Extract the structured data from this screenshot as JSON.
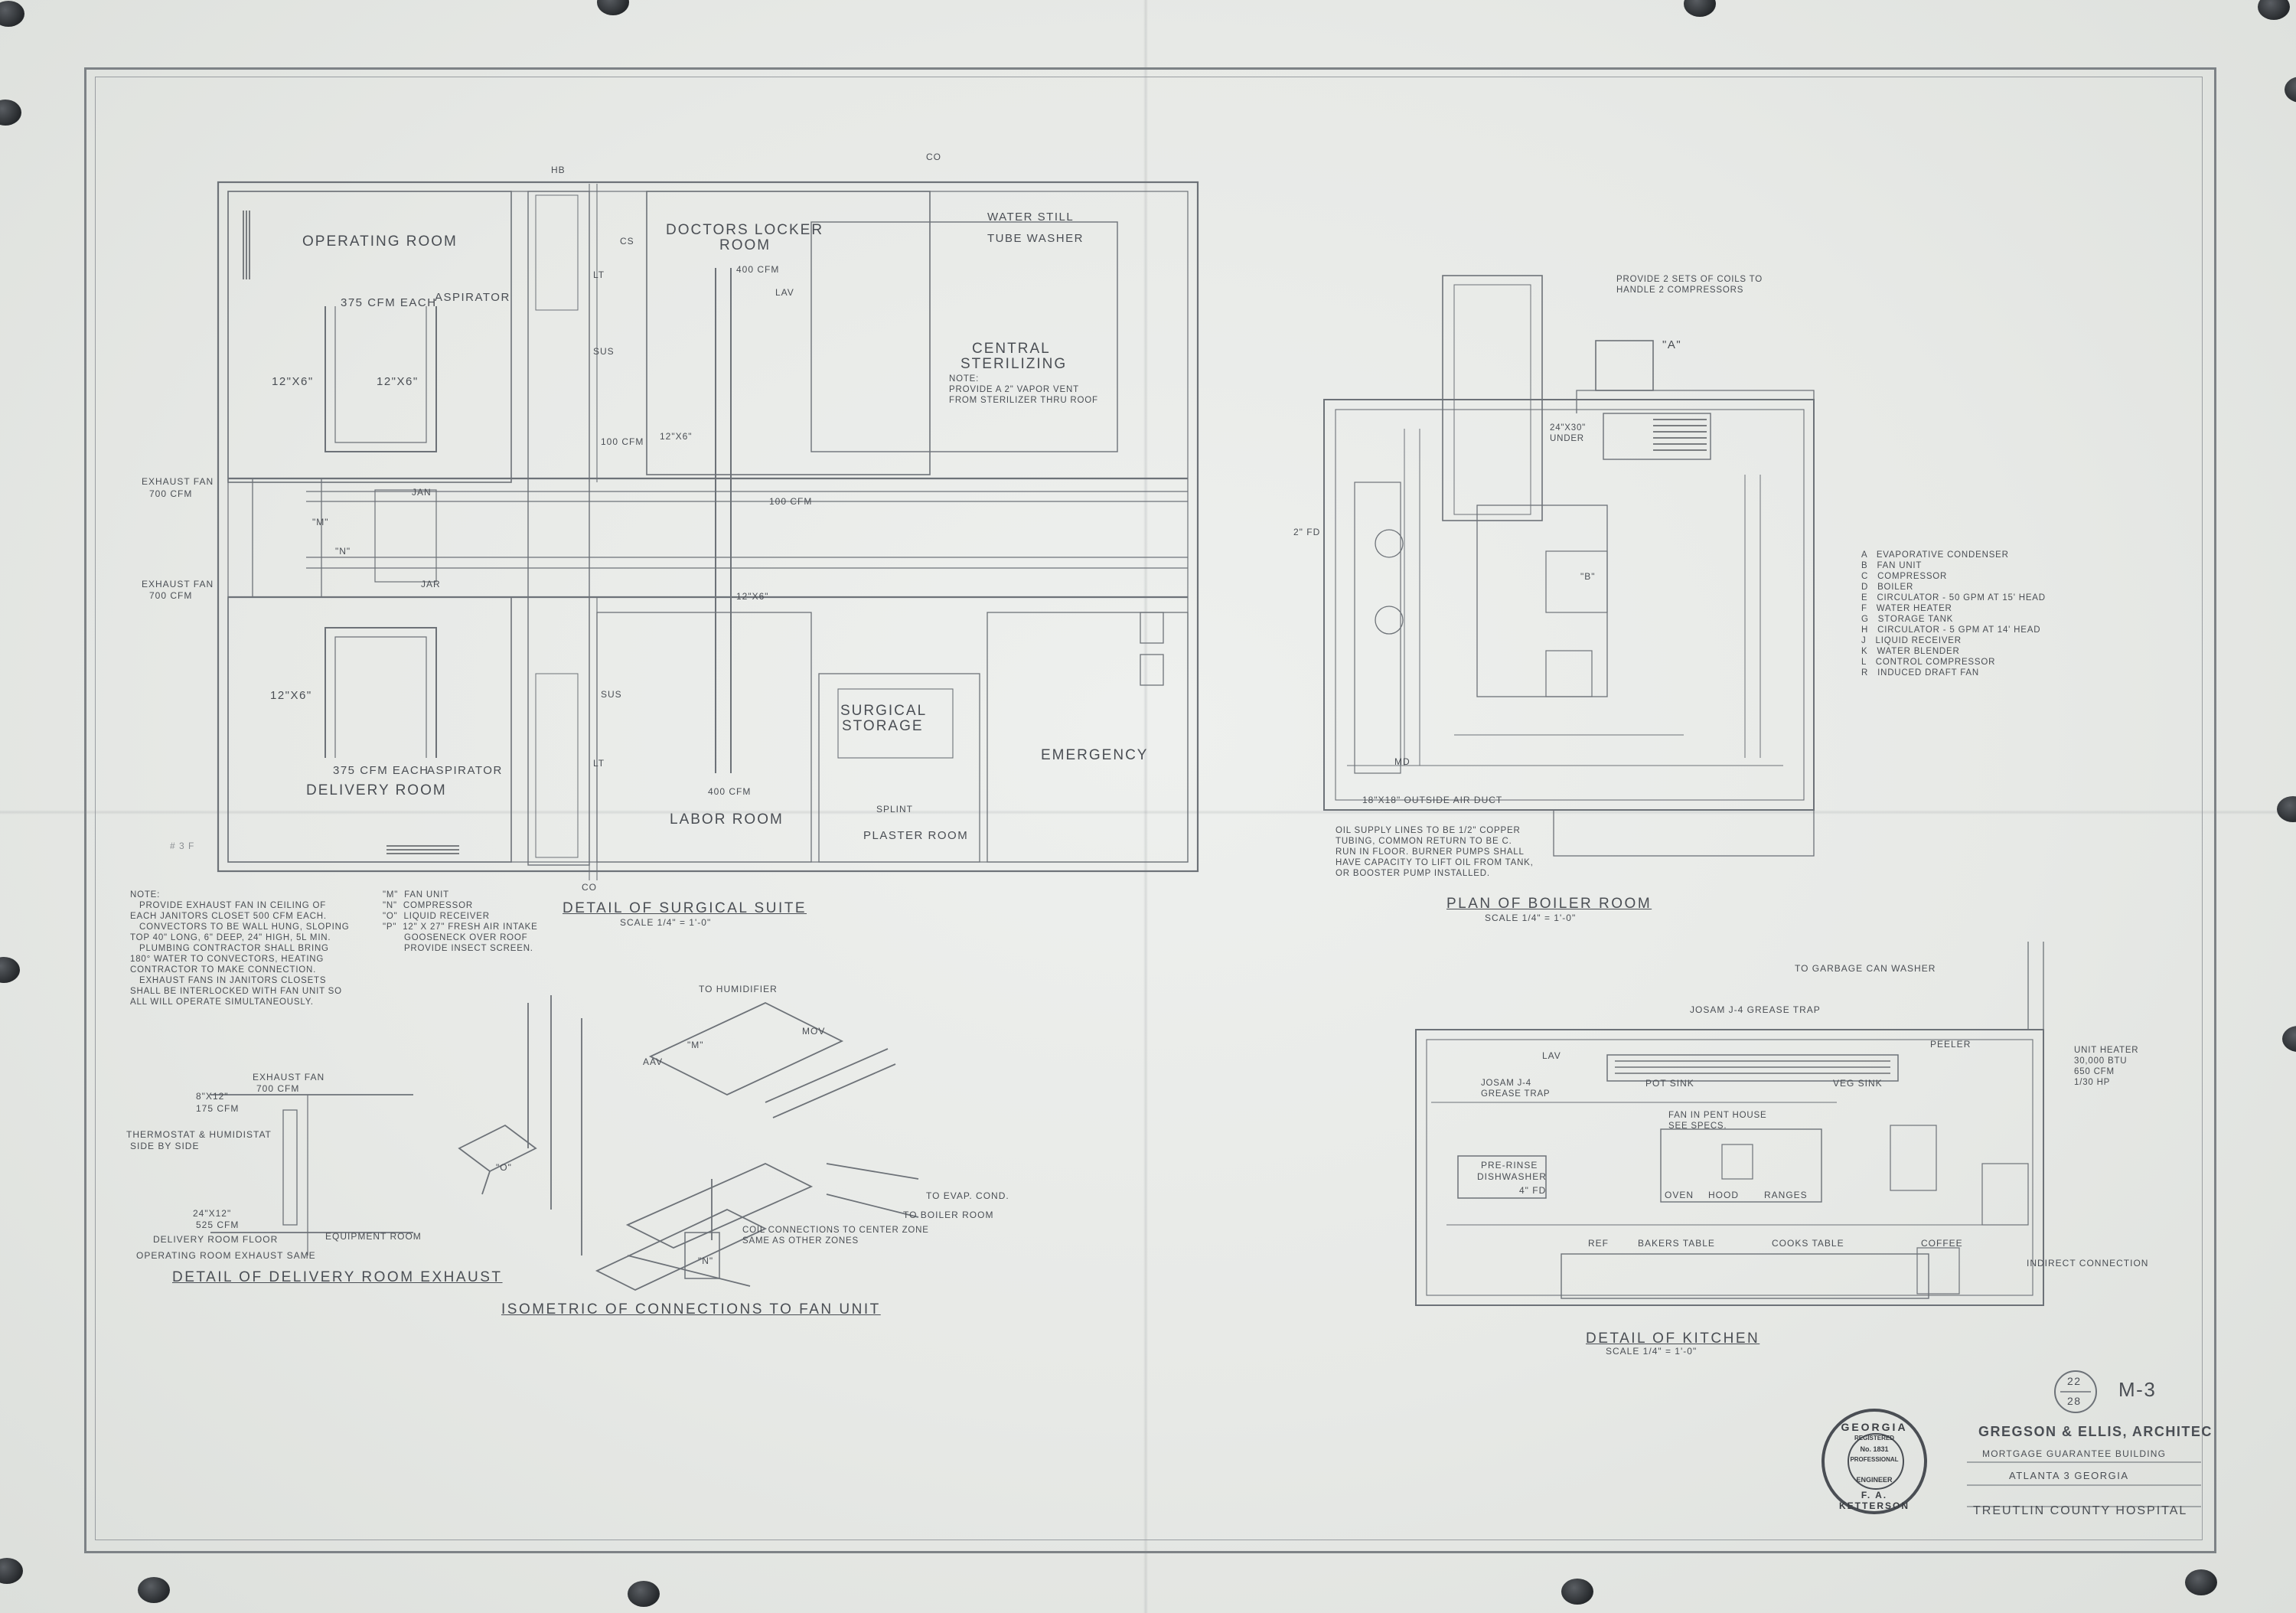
{
  "sheet": {
    "number": "M-3",
    "fraction_top": "22",
    "fraction_bottom": "28"
  },
  "surgical_suite": {
    "title": "DETAIL OF SURGICAL SUITE",
    "scale": "SCALE 1/4\" = 1'-0\"",
    "rooms": {
      "operating_room": "OPERATING ROOM",
      "delivery_room": "DELIVERY ROOM",
      "doctors_locker": "DOCTORS LOCKER",
      "doctors_locker_2": "ROOM",
      "central_sterilizing": "CENTRAL",
      "central_sterilizing_2": "STERILIZING",
      "surgical_storage": "SURGICAL",
      "surgical_storage_2": "STORAGE",
      "labor_room": "LABOR ROOM",
      "plaster_room": "PLASTER ROOM",
      "emergency": "EMERGENCY",
      "water_still": "WATER STILL",
      "tube_washer": "TUBE WASHER",
      "lav": "LAV"
    },
    "labels": {
      "cfm_375_top": "375 CFM EACH",
      "aspirator_top": "ASPIRATOR",
      "cfm_375_bottom": "375 CFM EACH",
      "aspirator_bottom": "ASPIRATOR",
      "cfm_400_top": "400 CFM",
      "cfm_400_bottom": "400 CFM",
      "cfm_100_a": "100 CFM",
      "cfm_100_b": "100 CFM",
      "exhaust_fan_1": "EXHAUST FAN",
      "exhaust_fan_1_cfm": "700 CFM",
      "exhaust_fan_2": "EXHAUST FAN",
      "exhaust_fan_2_cfm": "700 CFM",
      "duct_12x6_a": "12\"X6\"",
      "duct_12x6_b": "12\"X6\"",
      "duct_12x6_c": "12\"X6\"",
      "duct_12x6_d": "12\"X6\"",
      "duct_12x6_e": "12\"X6\"",
      "vent_note": "NOTE:\nPROVIDE A 2\" VAPOR VENT\nFROM STERILIZER THRU ROOF",
      "m": "\"M\"",
      "n": "\"N\"",
      "jan_1": "JAN",
      "jan_2": "JAR",
      "lt_1": "LT",
      "lt_2": "LT",
      "sus_1": "SUS",
      "sus_2": "SUS",
      "splint": "SPLINT",
      "hb": "HB",
      "co": "CO"
    },
    "note": "NOTE:\n   PROVIDE EXHAUST FAN IN CEILING OF\nEACH JANITORS CLOSET 500 CFM EACH.\n   CONVECTORS TO BE WALL HUNG, SLOPING\nTOP 40\" LONG, 6\" DEEP, 24\" HIGH, 5L MIN.\n   PLUMBING CONTRACTOR SHALL BRING\n180° WATER TO CONVECTORS, HEATING\nCONTRACTOR TO MAKE CONNECTION.\n   EXHAUST FANS IN JANITORS CLOSETS\nSHALL BE INTERLOCKED WITH FAN UNIT SO\nALL WILL OPERATE SIMULTANEOUSLY.",
    "key": "\"M\"  FAN UNIT\n\"N\"  COMPRESSOR\n\"O\"  LIQUID RECEIVER\n\"P\"  12\" X 27\" FRESH AIR INTAKE\n       GOOSENECK OVER ROOF\n       PROVIDE INSECT SCREEN."
  },
  "boiler_room": {
    "title": "PLAN OF BOILER ROOM",
    "scale": "SCALE 1/4\" = 1'-0\"",
    "coils_note": "PROVIDE 2 SETS OF COILS TO\nHANDLE 2 COMPRESSORS",
    "oil_note": "OIL SUPPLY LINES TO BE 1/2\" COPPER\nTUBING, COMMON RETURN TO BE C.\nRUN IN FLOOR. BURNER PUMPS SHALL\nHAVE CAPACITY TO LIFT OIL FROM TANK,\nOR BOOSTER PUMP INSTALLED.",
    "labels": {
      "a": "\"A\"",
      "b": "\"B\"",
      "under": "24\"X30\"\nUNDER",
      "duct": "18\"X18\" OUTSIDE AIR DUCT",
      "fd": "2\" FD",
      "md": "MD"
    },
    "legend": [
      "A   EVAPORATIVE CONDENSER",
      "B   FAN UNIT",
      "C   COMPRESSOR",
      "D   BOILER",
      "E   CIRCULATOR - 50 GPM AT 15' HEAD",
      "F   WATER HEATER",
      "G   STORAGE TANK",
      "H   CIRCULATOR - 5 GPM AT 14' HEAD",
      "J   LIQUID RECEIVER",
      "K   WATER BLENDER",
      "L   CONTROL COMPRESSOR",
      "R   INDUCED DRAFT FAN"
    ]
  },
  "delivery_exhaust": {
    "title": "DETAIL OF DELIVERY ROOM EXHAUST",
    "labels": {
      "fan": "EXHAUST FAN",
      "fan_cfm": "700 CFM",
      "duct_top": "8\"X12\"",
      "duct_top_cfm": "175 CFM",
      "thermostat": "THERMOSTAT & HUMIDISTAT",
      "thermostat_2": "SIDE BY SIDE",
      "duct_bottom": "24\"X12\"",
      "duct_bottom_cfm": "525 CFM",
      "delivery_floor": "DELIVERY ROOM FLOOR",
      "equipment_room": "EQUIPMENT ROOM",
      "operating_same": "OPERATING ROOM EXHAUST SAME"
    }
  },
  "isometric": {
    "title": "ISOMETRIC OF CONNECTIONS TO FAN UNIT",
    "labels": {
      "humidifier": "TO HUMIDIFIER",
      "m": "\"M\"",
      "o": "\"O\"",
      "n": "\"N\"",
      "evap": "TO EVAP. COND.",
      "boiler": "TO BOILER ROOM",
      "coil": "COIL CONNECTIONS TO CENTER ZONE\nSAME AS OTHER ZONES",
      "aav": "AAV",
      "mov": "MOV"
    }
  },
  "kitchen": {
    "title": "DETAIL OF KITCHEN",
    "scale": "SCALE 1/4\" = 1'-0\"",
    "labels": {
      "garbage": "TO GARBAGE CAN WASHER",
      "grease_trap": "JOSAM J-4 GREASE TRAP",
      "grease_trap_2": "JOSAM J-4\nGREASE TRAP",
      "pot_sink": "POT SINK",
      "veg_sink": "VEG SINK",
      "peeler": "PEELER",
      "fan_in_pent": "FAN IN PENT HOUSE\nSEE SPECS.",
      "pre_rinse": "PRE-RINSE",
      "dishwasher": "DISHWASHER",
      "oven": "OVEN",
      "hood": "HOOD",
      "ranges": "RANGES",
      "ref": "REF",
      "bakers": "BAKERS TABLE",
      "cooks": "COOKS TABLE",
      "coffee": "COFFEE",
      "indirect": "INDIRECT CONNECTION",
      "unit_heater": "UNIT HEATER\n30,000 BTU\n650 CFM\n1/30 HP",
      "lav": "LAV",
      "fd": "4\" FD"
    }
  },
  "title_block": {
    "firm": "GREGSON & ELLIS, ARCHITEC",
    "building": "MORTGAGE GUARANTEE BUILDING",
    "city": "ATLANTA 3 GEORGIA",
    "project": "TREUTLIN COUNTY HOSPITAL"
  },
  "seal": {
    "state": "GEORGIA",
    "registered": "REGISTERED",
    "number": "No. 1831",
    "professional": "PROFESSIONAL",
    "engineer": "ENGINEER",
    "name": "F. A. KETTERSON"
  },
  "margin_note": "# 3 F"
}
